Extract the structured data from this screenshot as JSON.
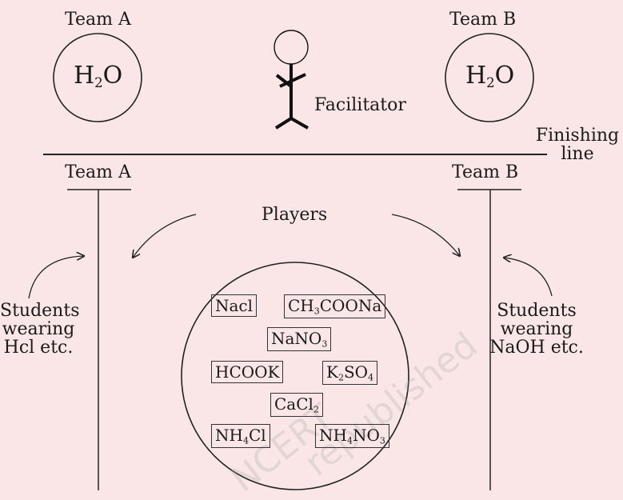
{
  "top": {
    "team_a_label": "Team A",
    "team_b_label": "Team B",
    "team_a_molecule": {
      "prefix": "H",
      "sub": "2",
      "suffix": "O"
    },
    "team_b_molecule": {
      "prefix": "H",
      "sub": "2",
      "suffix": "O"
    },
    "facilitator_label": "Facilitator",
    "finishing_line_label": [
      "Finishing",
      "line"
    ]
  },
  "lower": {
    "team_a_label": "Team A",
    "team_b_label": "Team B",
    "players_label": "Players",
    "students_left": [
      "Students",
      "wearing",
      "Hcl etc."
    ],
    "students_right": [
      "Students",
      "wearing",
      "NaOH etc."
    ]
  },
  "salts": [
    {
      "parts": [
        "Nacl"
      ]
    },
    {
      "parts": [
        "CH",
        "3",
        "COONa"
      ]
    },
    {
      "parts": [
        "NaNO",
        "3"
      ]
    },
    {
      "parts": [
        "HCOOK"
      ]
    },
    {
      "parts": [
        "K",
        "2",
        "SO",
        "4"
      ]
    },
    {
      "parts": [
        "CaCl",
        "2"
      ]
    },
    {
      "parts": [
        "NH",
        "4",
        "Cl"
      ]
    },
    {
      "parts": [
        "NH",
        "4",
        "NO",
        "3"
      ]
    }
  ],
  "watermark": [
    "NCERT",
    "republished"
  ]
}
